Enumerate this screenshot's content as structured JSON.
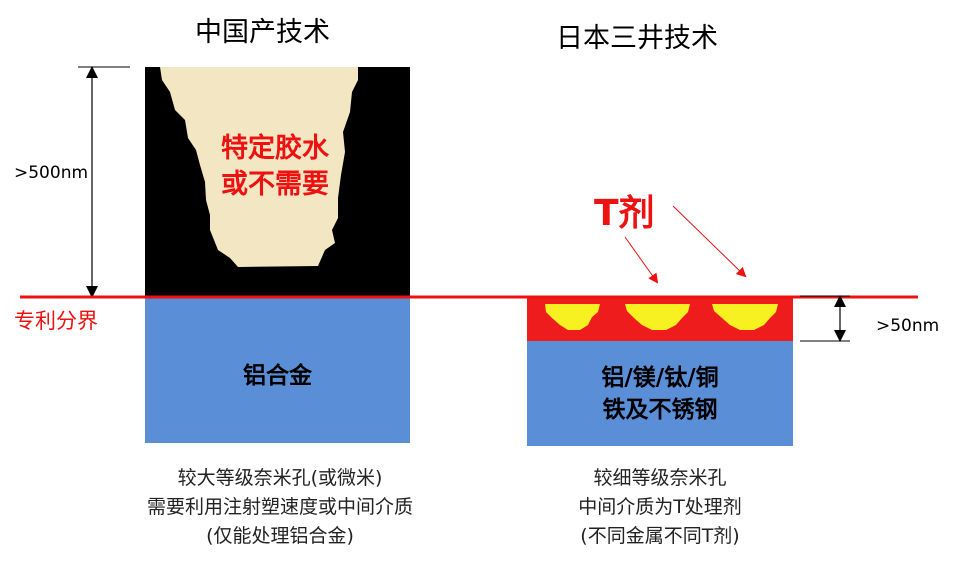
{
  "left": {
    "title": "中国产技术",
    "dimension_label": ">500nm",
    "glue_line1": "特定胶水",
    "glue_line2": "或不需要",
    "substrate_label": "铝合金",
    "caption": [
      "较大等级奈米孔(或微米)",
      "需要利用注射塑速度或中间介质",
      "(仅能处理铝合金)"
    ]
  },
  "right": {
    "title": "日本三井技术",
    "agent_label": "T剂",
    "dimension_label": ">50nm",
    "substrate_line1": "铝/镁/钛/铜",
    "substrate_line2": "铁及不锈钢",
    "caption": [
      "较细等级奈米孔",
      "中间介质为T处理剂",
      "(不同金属不同T剂)"
    ]
  },
  "boundary_label": "专利分界",
  "colors": {
    "boundary_red": "#ee1111",
    "substrate_blue": "#5a8ed6",
    "pore_black": "#000000",
    "glue_beige": "#f3e6c3",
    "t_layer_red": "#ee1c1c",
    "t_bump_yellow": "#f7f122"
  }
}
